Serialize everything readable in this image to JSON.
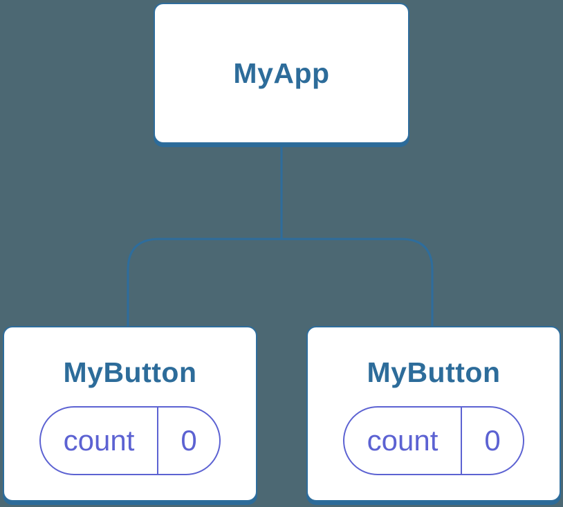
{
  "diagram": {
    "type": "component-tree",
    "colors": {
      "background": "#4C6873",
      "node_fill": "#FFFFFF",
      "node_border": "#2E6D9C",
      "node_title": "#2D6C9A",
      "connector": "#2E6D9C",
      "state_accent": "#5C62D2"
    },
    "root": {
      "title": "MyApp"
    },
    "children": [
      {
        "title": "MyButton",
        "state": {
          "key": "count",
          "value": "0"
        }
      },
      {
        "title": "MyButton",
        "state": {
          "key": "count",
          "value": "0"
        }
      }
    ]
  }
}
